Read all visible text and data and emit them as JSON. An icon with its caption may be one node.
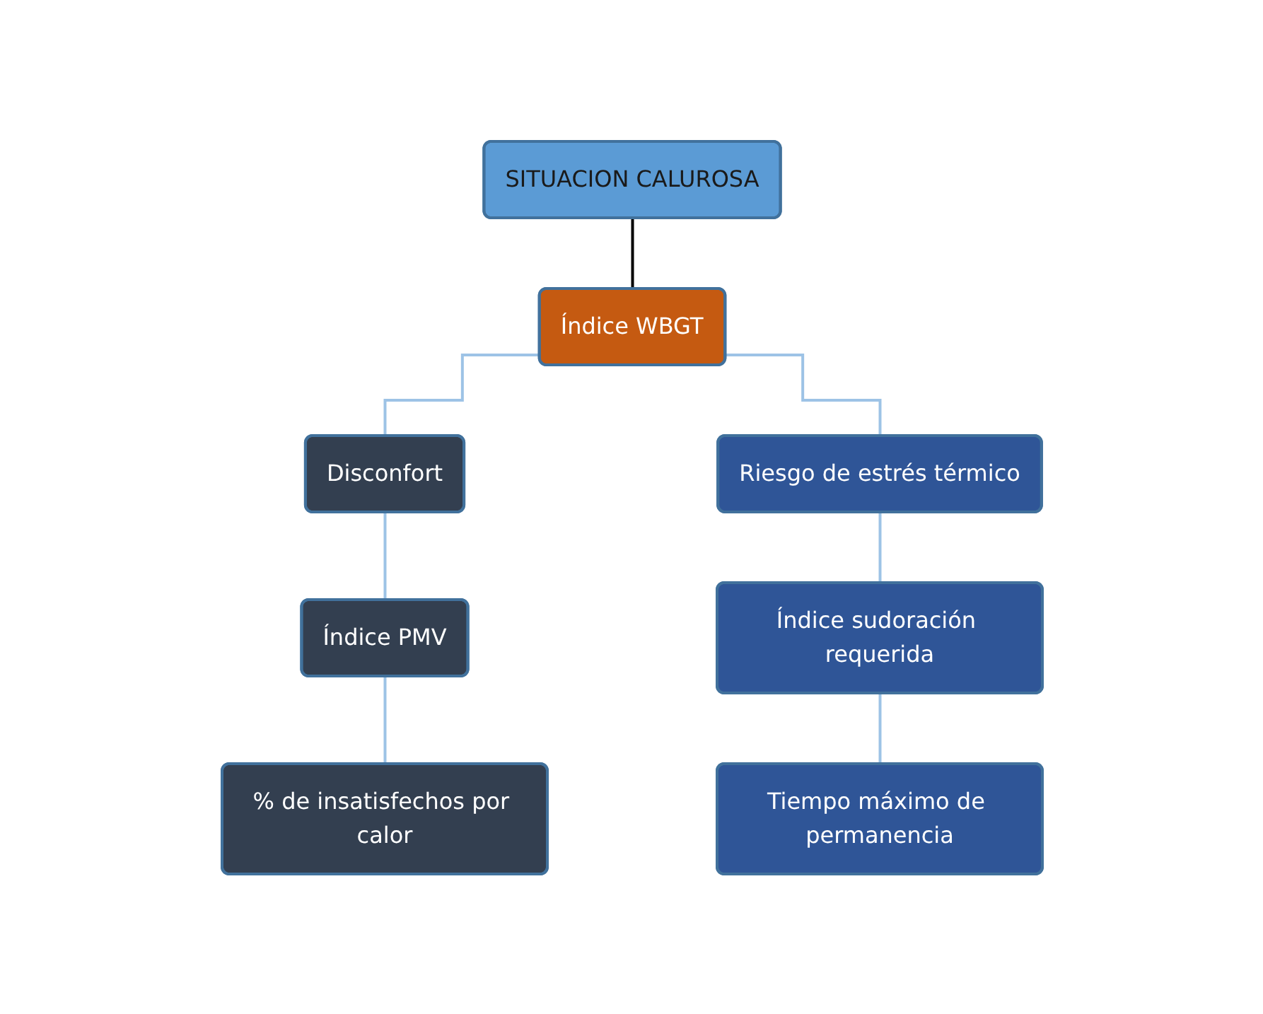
{
  "diagram": {
    "nodes": [
      {
        "text": [
          "SITUACION CALUROSA"
        ]
      },
      {
        "text": [
          "Índice WBGT"
        ]
      },
      {
        "text": [
          "Disconfort"
        ]
      },
      {
        "text": [
          "Índice PMV"
        ]
      },
      {
        "text": [
          "% de insatisfechos por calor"
        ]
      },
      {
        "text": [
          "Riesgo de estrés térmico"
        ]
      },
      {
        "text": [
          "Índice sudoración requerida"
        ]
      },
      {
        "text": [
          "Tiempo máximo de permanencia"
        ]
      }
    ],
    "edges": [
      {
        "from": 0,
        "to": 1,
        "arrow": "none",
        "color": "#000000"
      },
      {
        "from": 1,
        "to": 2,
        "arrow": "none"
      },
      {
        "from": 1,
        "to": 5,
        "arrow": "none"
      },
      {
        "from": 2,
        "to": 3,
        "arrow": "none"
      },
      {
        "from": 3,
        "to": 4,
        "arrow": "none"
      },
      {
        "from": 5,
        "to": 6,
        "arrow": "none"
      },
      {
        "from": 6,
        "to": 7,
        "arrow": "none"
      }
    ]
  }
}
